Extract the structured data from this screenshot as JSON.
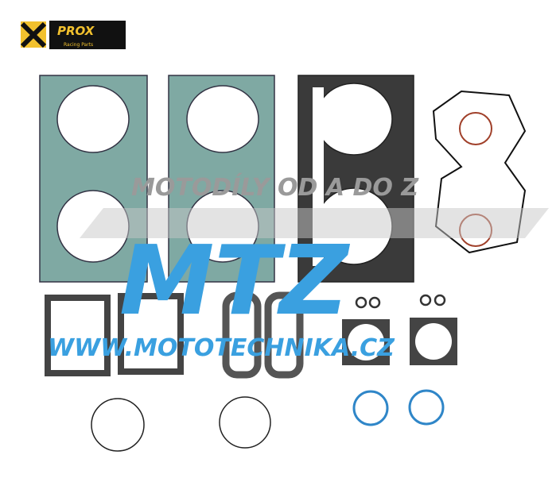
{
  "logo": {
    "brand": "PROX",
    "tagline": "Racing Parts"
  },
  "watermark": {
    "line1": "MOTODÍLY OD A DO Z",
    "big": "MTZ",
    "url": "WWW.MOTOTECHNIKA.CZ"
  },
  "colors": {
    "fiber_gasket": "#7fa9a3",
    "steel_gasket": "#3a3a3a",
    "oring_blue": "#2f86c8",
    "oring_red": "#a0402a",
    "watermark_grey": "#9a9a9a",
    "watermark_blue": "#3aa0e0",
    "logo_yellow": "#f2c12e"
  }
}
